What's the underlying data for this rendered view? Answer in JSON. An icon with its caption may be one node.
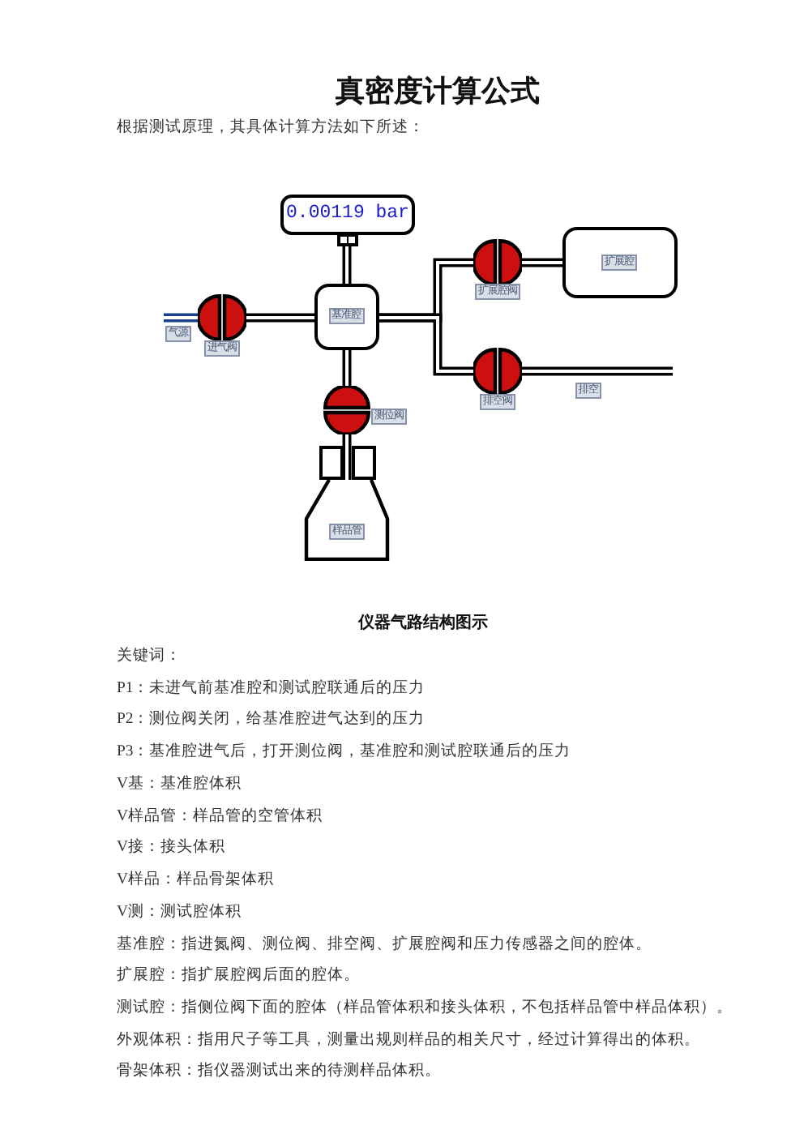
{
  "diagram": {
    "title": "真密度计算公式",
    "caption": "仪器气路结构图示",
    "nodes": [
      {
        "text": [
          "0.00119 bar"
        ]
      },
      {
        "text": [
          "基准腔"
        ]
      },
      {
        "text": [
          "进气阀"
        ]
      },
      {
        "text": [
          "扩展腔阀"
        ]
      },
      {
        "text": [
          "扩展腔"
        ]
      },
      {
        "text": [
          "排空阀"
        ]
      },
      {
        "text": [
          "测位阀"
        ]
      },
      {
        "text": [
          "样品管"
        ]
      }
    ],
    "edges": [
      {
        "from": null,
        "to": 2,
        "arrow": "none",
        "label": "气源",
        "color": "#1c3f8c"
      },
      {
        "from": 2,
        "to": 1,
        "arrow": "none"
      },
      {
        "from": 1,
        "to": 0,
        "arrow": "none"
      },
      {
        "from": 1,
        "to": 3,
        "arrow": "none"
      },
      {
        "from": 1,
        "to": 5,
        "arrow": "none"
      },
      {
        "from": 3,
        "to": 4,
        "arrow": "none"
      },
      {
        "from": 5,
        "to": null,
        "arrow": "none",
        "label": "排空"
      },
      {
        "from": 1,
        "to": 6,
        "arrow": "none"
      },
      {
        "from": 6,
        "to": 7,
        "arrow": "none"
      }
    ],
    "labels": [
      "根据测试原理，其具体计算方法如下所述：",
      "关键词：",
      "P1：未进气前基准腔和测试腔联通后的压力",
      "P2：测位阀关闭，给基准腔进气达到的压力",
      "P3：基准腔进气后，打开测位阀，基准腔和测试腔联通后的压力",
      "V基：基准腔体积",
      "V样品管：样品管的空管体积",
      "V接：接头体积",
      "V样品：样品骨架体积",
      "V测：测试腔体积",
      "基准腔：指进氮阀、测位阀、排空阀、扩展腔阀和压力传感器之间的腔体。",
      "扩展腔：指扩展腔阀后面的腔体。",
      "测试腔：指侧位阀下面的腔体（样品管体积和接头体积，不包括样品管中样品体积）。",
      "外观体积：指用尺子等工具，测量出规则样品的相关尺寸，经过计算得出的体积。",
      "骨架体积：指仪器测试出来的待测样品体积。"
    ]
  }
}
